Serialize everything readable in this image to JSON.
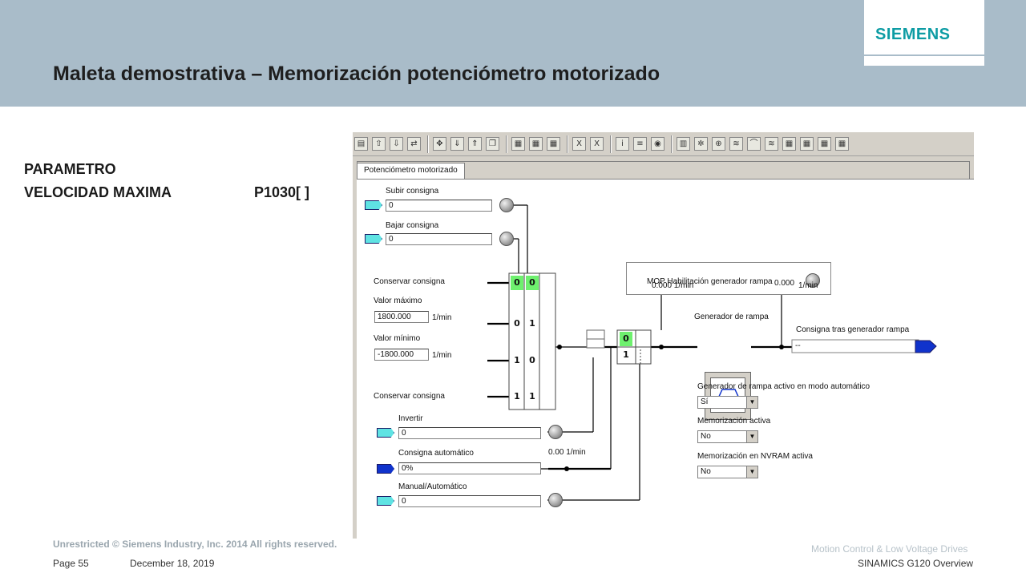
{
  "slide": {
    "title": "Maleta demostrativa – Memorización potenciómetro motorizado",
    "logo": "SIEMENS",
    "param_heading": "PARAMETRO",
    "param_name": "VELOCIDAD MAXIMA",
    "param_code": "P1030[ ]",
    "footer_copyright": "Unrestricted © Siemens Industry, Inc. 2014  All rights reserved.",
    "footer_page": "Page 55",
    "footer_date": "December 18, 2019",
    "footer_division": "Motion Control & Low Voltage Drives",
    "footer_product": "SINAMICS  G120 Overview"
  },
  "app": {
    "tab_label": "Potenciómetro motorizado",
    "toolbar_icons": [
      "save-icon",
      "upload-icon",
      "download-icon",
      "compare-icon",
      "move-icon",
      "load-icon",
      "export-icon",
      "copy-icon",
      "chart-icon",
      "chart-icon",
      "chart-icon",
      "x-icon",
      "x-icon",
      "info-icon",
      "list-icon",
      "palette-icon",
      "table-icon",
      "gear-icon",
      "motor-icon",
      "filter-icon",
      "ramp-icon",
      "filter-icon",
      "chart-icon",
      "chart-icon",
      "chart-icon",
      "chart-icon"
    ],
    "inputs": {
      "subir_label": "Subir consigna",
      "subir_value": "0",
      "bajar_label": "Bajar consigna",
      "bajar_value": "0",
      "invertir_label": "Invertir",
      "invertir_value": "0",
      "auto_label": "Consigna automático",
      "auto_value": "0%",
      "manual_label": "Manual/Automático",
      "manual_value": "0"
    },
    "matrix": {
      "conservar_top": "Conservar consigna",
      "valor_max_label": "Valor máximo",
      "valor_max_value": "1800.000",
      "valor_max_unit": "1/min",
      "valor_min_label": "Valor mínimo",
      "valor_min_value": "-1800.000",
      "valor_min_unit": "1/min",
      "conservar_bottom": "Conservar consigna",
      "rows": [
        [
          "0",
          "0"
        ],
        [
          "0",
          "1"
        ],
        [
          "1",
          "0"
        ],
        [
          "1",
          "1"
        ]
      ]
    },
    "switch": [
      "0",
      "1"
    ],
    "mop_label": "MOP Habilitación generador rampa",
    "readout_1": "0.000 1/min",
    "readout_2": "0.000",
    "readout_2_unit": "1/min",
    "readout_3": "0.00 1/min",
    "ramp_label": "Generador de rampa",
    "output_label": "Consigna tras generador rampa",
    "output_value": "--",
    "selects": {
      "ramp_auto_label": "Generador de rampa activo en modo automático",
      "ramp_auto_value": "Sí",
      "mem_label": "Memorización activa",
      "mem_value": "No",
      "nvram_label": "Memorización en NVRAM activa",
      "nvram_value": "No"
    }
  }
}
